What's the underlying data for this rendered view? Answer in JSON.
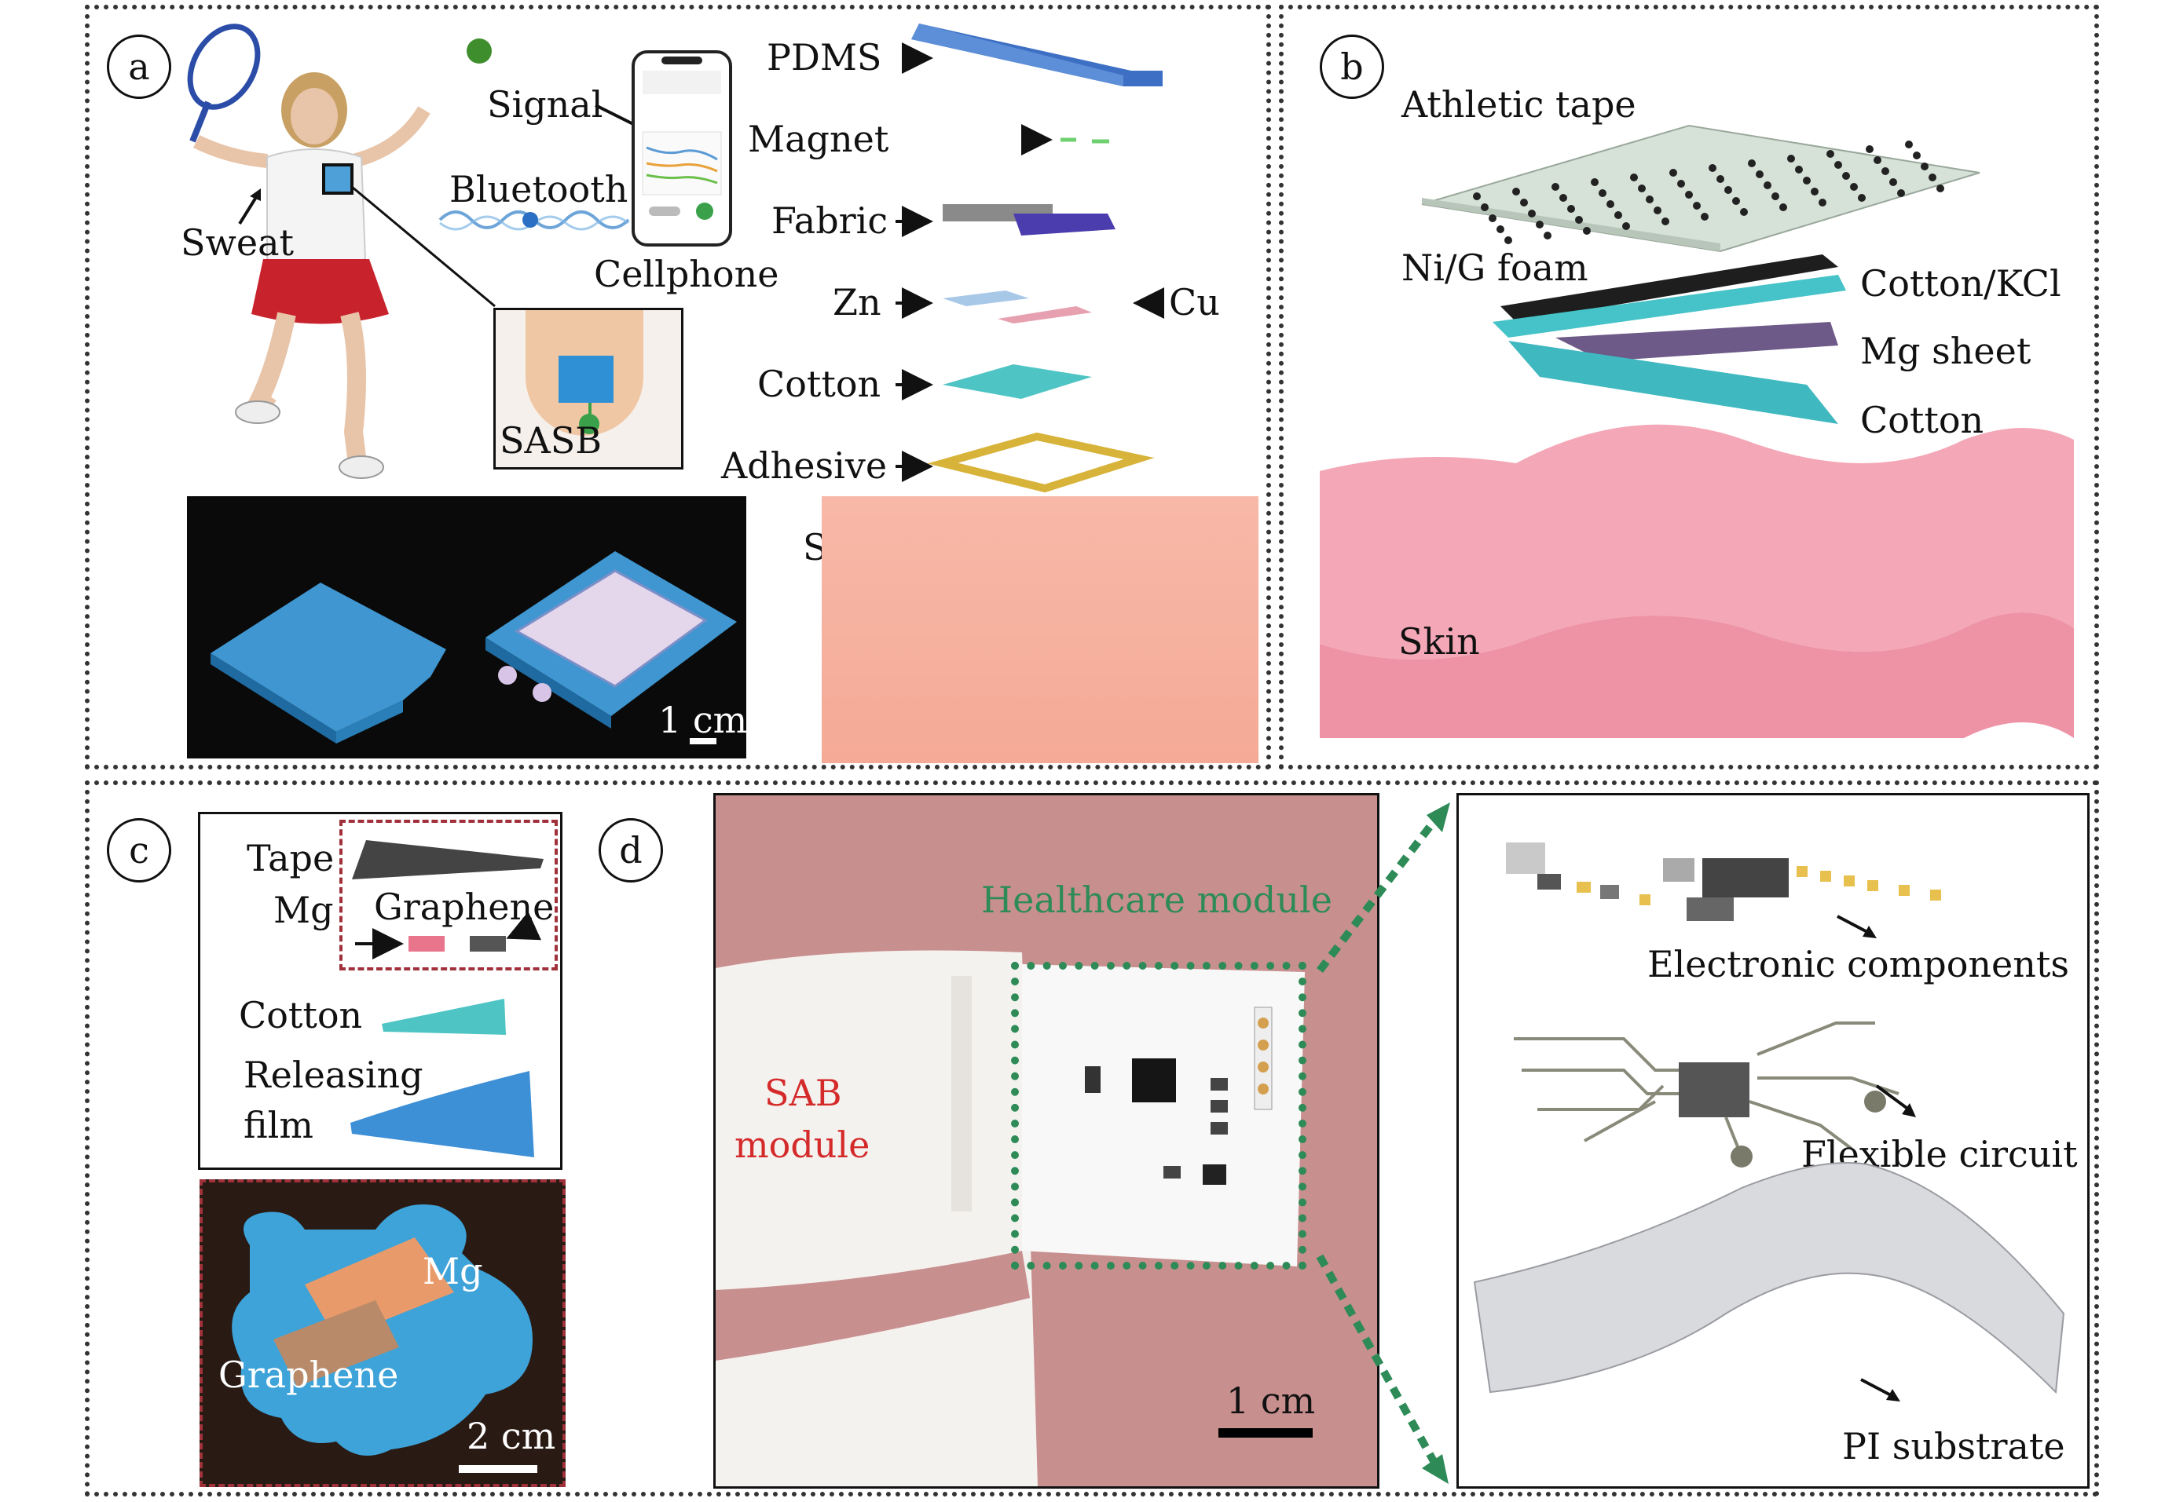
{
  "panels": {
    "a": {
      "letter": "a",
      "labels": {
        "sweat": "Sweat",
        "signal": "Signal",
        "bluetooth": "Bluetooth",
        "cellphone": "Cellphone",
        "sasb": "SASB",
        "scale": "1 cm"
      },
      "layers": {
        "pdms": "PDMS",
        "magnet": "Magnet",
        "fabric": "Fabric",
        "zn": "Zn",
        "cu": "Cu",
        "cotton": "Cotton",
        "adhesive": "Adhesive",
        "skin": "Skin"
      }
    },
    "b": {
      "letter": "b",
      "labels": {
        "athletic_tape": "Athletic tape",
        "nig_foam": "Ni/G foam",
        "cotton_kcl": "Cotton/KCl",
        "mg_sheet": "Mg sheet",
        "cotton": "Cotton",
        "skin": "Skin"
      }
    },
    "c": {
      "letter": "c",
      "labels": {
        "tape": "Tape",
        "mg": "Mg",
        "graphene": "Graphene",
        "cotton": "Cotton",
        "releasing": "Releasing",
        "film": "film",
        "photo_mg": "Mg",
        "photo_graphene": "Graphene",
        "scale": "2 cm"
      }
    },
    "d": {
      "letter": "d",
      "labels": {
        "healthcare_module": "Healthcare module",
        "sab": "SAB",
        "module": "module",
        "scale": "1 cm",
        "electronic_components": "Electronic components",
        "flexible_circuit": "Flexible circuit",
        "pi_substrate": "PI substrate"
      }
    }
  },
  "colors": {
    "healthcare_green": "#2e8b57",
    "sab_red": "#d42a2a",
    "skin_pink": "#f2a9b6",
    "skin_salmon": "#f4b5a2",
    "layer_blue": "#4a90d9",
    "cotton_teal": "#5fc8c8"
  }
}
